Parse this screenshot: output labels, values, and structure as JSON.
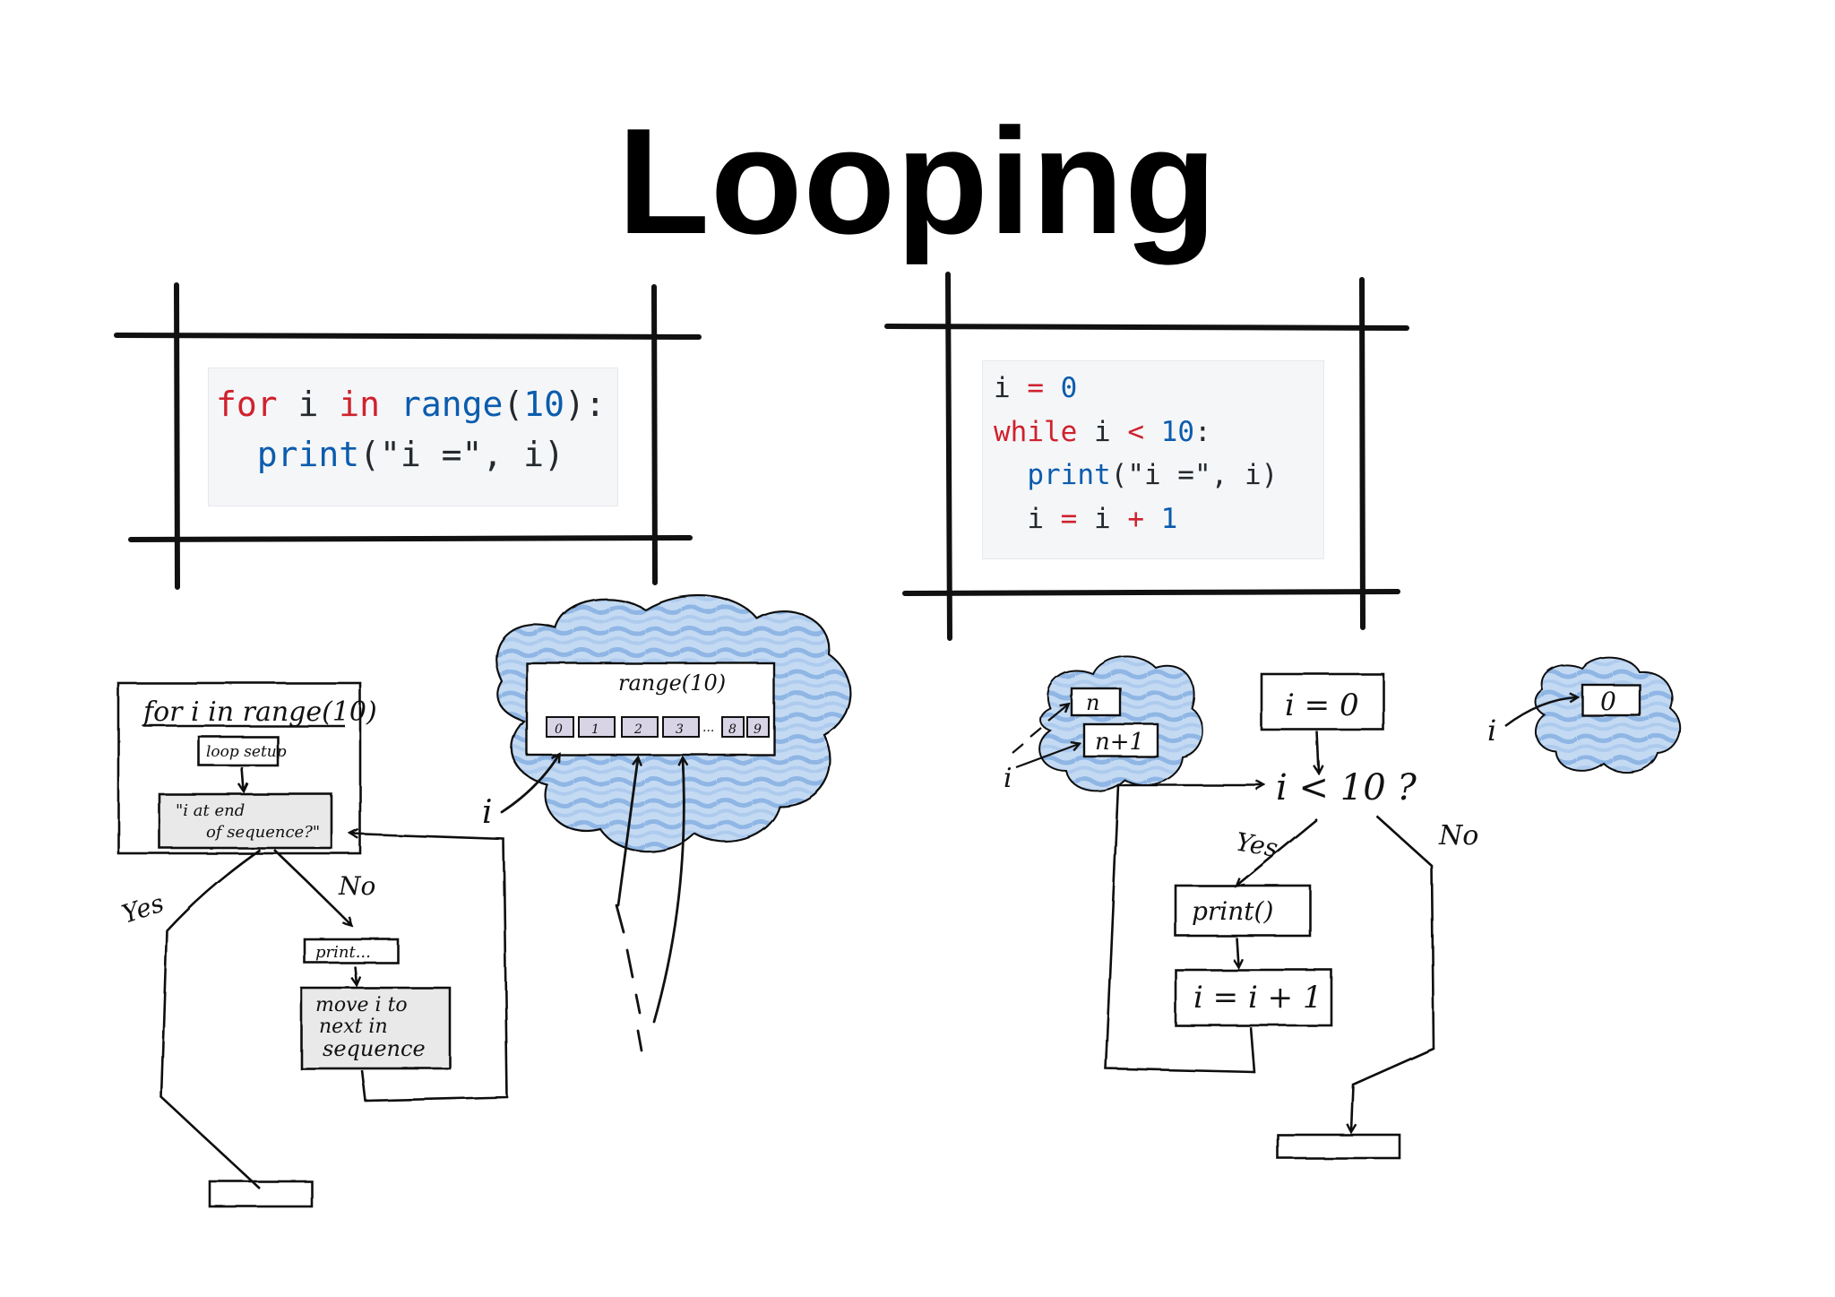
{
  "title": "Looping",
  "for_code": {
    "l1": {
      "kw1": "for",
      "t1": " i ",
      "kw2": "in",
      "t2": " ",
      "fn": "range",
      "t3": "(",
      "num": "10",
      "t4": "):"
    },
    "l2": {
      "t0": "  ",
      "fn": "print",
      "t1": "(\"i =\", i)"
    }
  },
  "while_code": {
    "l1": {
      "t1": "i ",
      "op": "=",
      "t2": " ",
      "num": "0"
    },
    "l2": {
      "kw": "while",
      "t1": " i ",
      "op": "<",
      "t2": " ",
      "num": "10",
      "t3": ":"
    },
    "l3": {
      "t0": "  ",
      "fn": "print",
      "t1": "(\"i =\", i)"
    },
    "l4": {
      "t0": "  i ",
      "op1": "=",
      "t1": " i ",
      "op2": "+",
      "t2": " ",
      "num": "1"
    }
  },
  "for_diagram": {
    "heading": "for i in range(10)",
    "setup": "loop setup",
    "condition_l1": "\"i at end",
    "condition_l2": "of sequence?\"",
    "yes": "Yes",
    "no": "No",
    "print": "print...",
    "move_l1": "move i to",
    "move_l2": "next in",
    "move_l3": "sequence",
    "var": "i",
    "range_label": "range(10)",
    "cells": [
      "0",
      "1",
      "2",
      "3",
      "...",
      "8",
      "9"
    ]
  },
  "while_diagram": {
    "init": "i = 0",
    "condition": "i < 10 ?",
    "yes": "Yes",
    "no": "No",
    "print": "print()",
    "increment": "i = i + 1",
    "var": "i",
    "mem_n": "n",
    "mem_n1": "n+1",
    "mem_zero": "0"
  },
  "colors": {
    "ink": "#111111",
    "cloud": "#9ec3ea",
    "keyword": "#cf222e",
    "builtin": "#0b5cad"
  }
}
